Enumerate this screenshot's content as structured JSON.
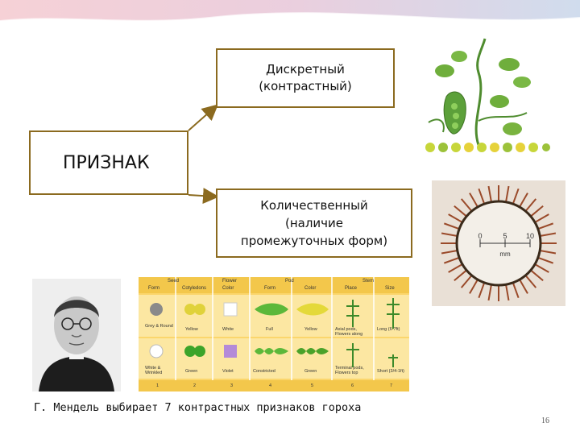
{
  "diagram": {
    "main_box": "ПРИЗНАК",
    "discrete_line1": "Дискретный",
    "discrete_line2": "(контрастный)",
    "quant_line1": "Количественный",
    "quant_line2": "(наличие",
    "quant_line3": "промежуточных форм)"
  },
  "caption": "Г. Мендель выбирает 7 контрастных признаков гороха",
  "slide_number": "16",
  "ruler": {
    "ticks": [
      "0",
      "5",
      "10"
    ],
    "unit": "mm"
  },
  "mendel_table": {
    "headers": [
      "Seed",
      "Flower",
      "Pod",
      "Stem"
    ],
    "subheaders": [
      "Form",
      "Cotyledons",
      "Color",
      "Form",
      "Color",
      "Place",
      "Size"
    ],
    "row1": [
      "Grey & Round",
      "Yellow",
      "White",
      "Full",
      "Yellow",
      "Axial pods, Flowers along",
      "Long (6-7ft)"
    ],
    "row2": [
      "White & Wrinkled",
      "Green",
      "Violet",
      "Constricted",
      "Green",
      "Terminal pods, Flowers top",
      "Short (3/4-1ft)"
    ],
    "col_numbers": [
      "1",
      "2",
      "3",
      "4",
      "5",
      "6",
      "7"
    ]
  },
  "colors": {
    "box_border": "#8b6a1f",
    "arrow": "#8b6a1f",
    "table_bg": "#fbd66c"
  },
  "images": [
    "pea-plant-illustration",
    "radial-ruler-photo",
    "mendel-portrait"
  ]
}
